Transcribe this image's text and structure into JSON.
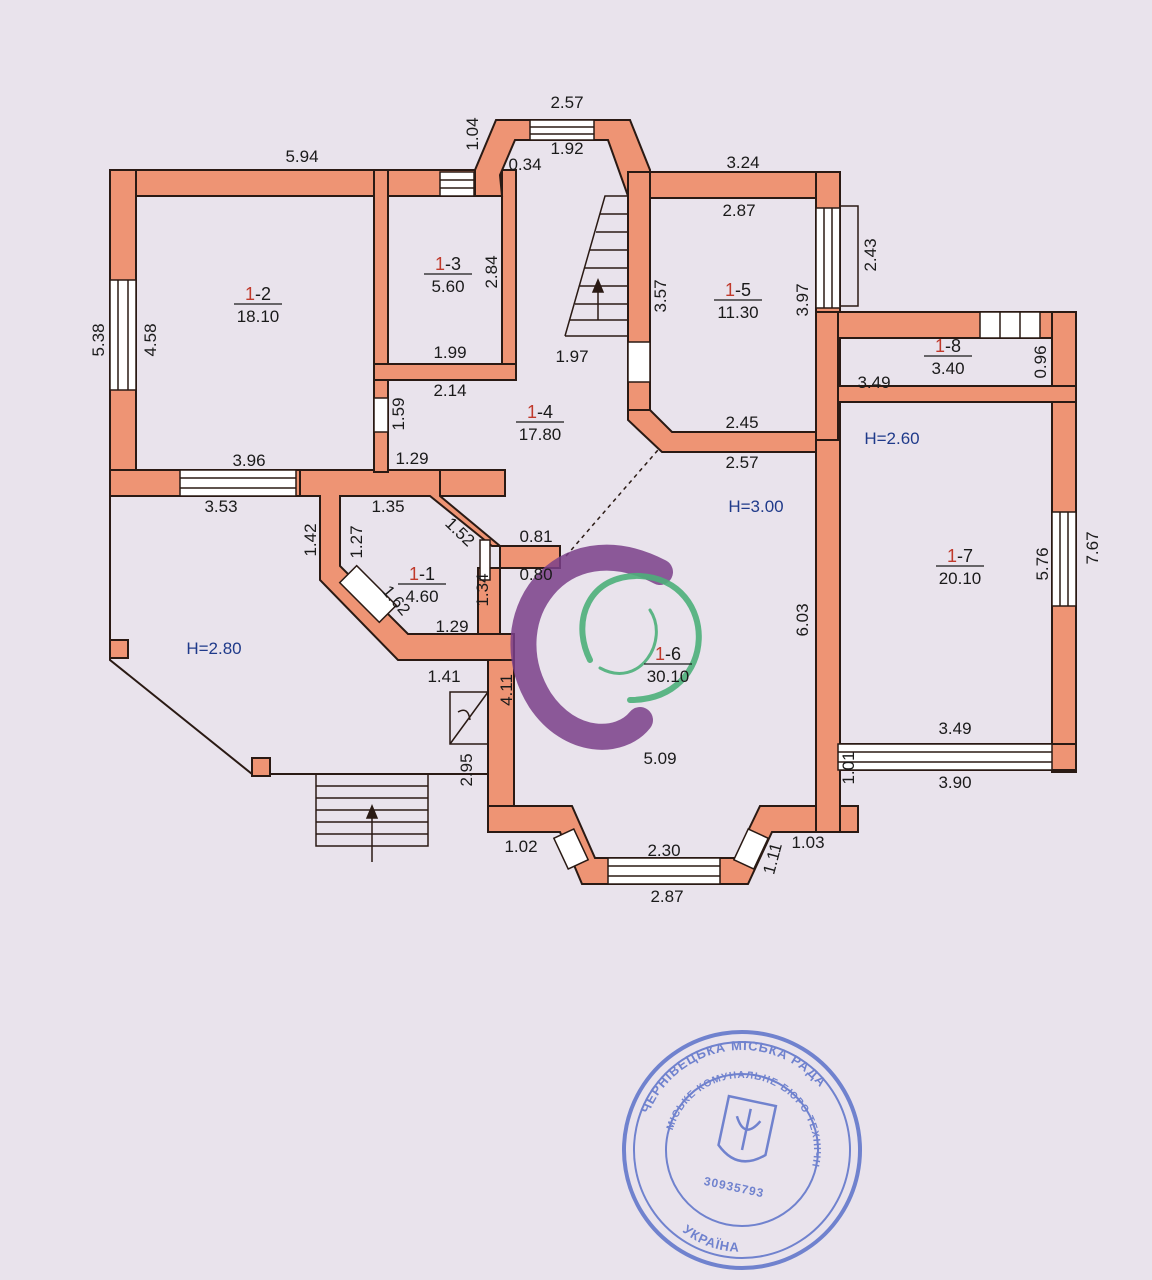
{
  "colors": {
    "paper": "#e9e3ec",
    "wall": "#ee9474",
    "wall_edge": "#2a1a14",
    "room_id": "#c0392b",
    "height_label": "#1f3a8a",
    "stamp": "#5b72c9",
    "logo_purple": "#7a3f8a",
    "logo_green": "#4caf7a"
  },
  "rooms": [
    {
      "id": "1-1",
      "area": "4.60"
    },
    {
      "id": "1-2",
      "area": "18.10"
    },
    {
      "id": "1-3",
      "area": "5.60"
    },
    {
      "id": "1-4",
      "area": "17.80"
    },
    {
      "id": "1-5",
      "area": "11.30"
    },
    {
      "id": "1-6",
      "area": "30.10"
    },
    {
      "id": "1-7",
      "area": "20.10"
    },
    {
      "id": "1-8",
      "area": "3.40"
    }
  ],
  "heights": [
    "H=2.80",
    "H=3.00",
    "H=2.60"
  ],
  "dimensions": [
    "5.94",
    "1.04",
    "2.57",
    "1.92",
    "0.34",
    "3.24",
    "2.87",
    "2.43",
    "5.38",
    "4.58",
    "2.84",
    "3.57",
    "3.97",
    "1.99",
    "2.14",
    "1.97",
    "0.96",
    "3.49",
    "1.59",
    "2.45",
    "1.29",
    "2.57",
    "3.96",
    "3.53",
    "1.35",
    "1.42",
    "1.27",
    "1.52",
    "0.81",
    "0.80",
    "1.62",
    "1.34",
    "5.76",
    "7.67",
    "6.03",
    "1.29",
    "1.41",
    "4.11",
    "3.49",
    "3.90",
    "1.01",
    "2.95",
    "5.09",
    "1.02",
    "2.30",
    "1.11",
    "1.03",
    "2.87"
  ],
  "stamp": {
    "outer_text": "ЧЕРНІВЕЦЬКА МІСЬКА РАДА",
    "inner_text": "МІСЬКЕ КОМУНАЛЬНЕ БЮРО ТЕХНІЧНОЇ ІНВЕНТАРИЗАЦІЇ",
    "code": "30935793",
    "bottom_text": "УКРАЇНА"
  }
}
